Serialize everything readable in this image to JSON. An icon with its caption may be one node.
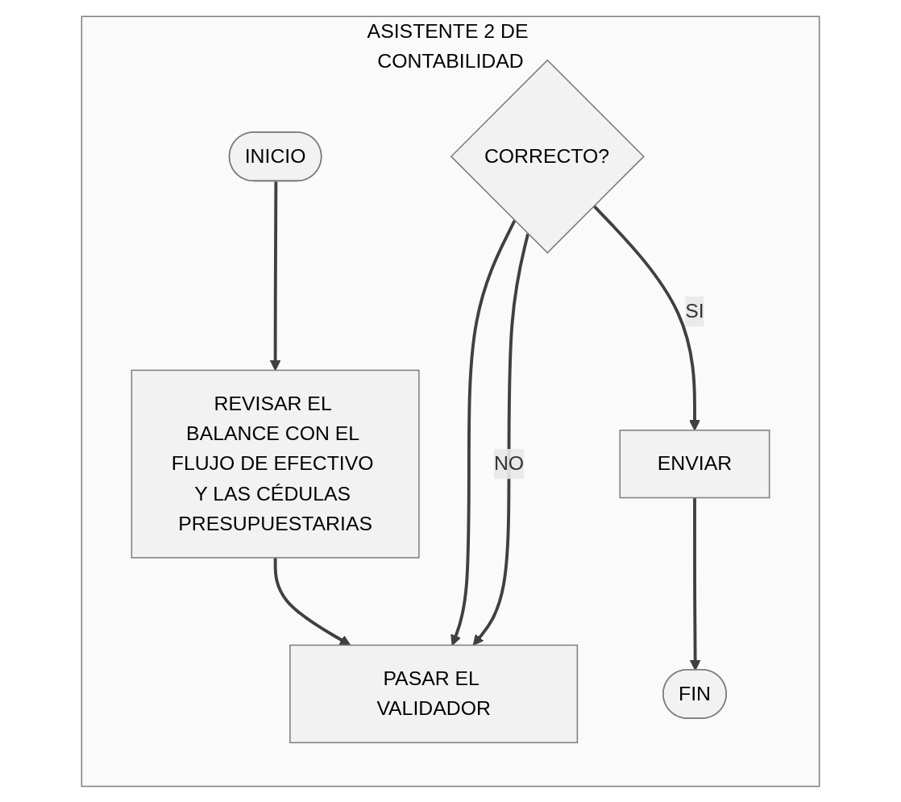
{
  "diagram": {
    "nodes": [
      {
        "text": [
          "ASISTENTE 2 DE CONTABILIDAD"
        ]
      },
      {
        "text": [
          "INICIO"
        ],
        "in": 0
      },
      {
        "text": [
          "REVISAR EL BALANCE CON EL FLUJO DE EFECTIVO Y LAS CÉDULAS PRESUPUESTARIAS"
        ],
        "in": 0
      },
      {
        "text": [
          "PASAR EL VALIDADOR"
        ],
        "in": 0
      },
      {
        "text": [
          "CORRECTO?"
        ],
        "in": 0
      },
      {
        "text": [
          "ENVIAR"
        ],
        "in": 0
      },
      {
        "text": [
          "FIN"
        ],
        "in": 0
      }
    ],
    "edges": [
      {
        "from": 1,
        "to": 2,
        "arrow": "to"
      },
      {
        "from": 2,
        "to": 3,
        "arrow": "to"
      },
      {
        "from": 4,
        "to": 3,
        "arrow": "to"
      },
      {
        "from": 4,
        "to": 3,
        "arrow": "to",
        "label": "NO"
      },
      {
        "from": 4,
        "to": 5,
        "arrow": "to",
        "label": "SI"
      },
      {
        "from": 5,
        "to": 6,
        "arrow": "to"
      }
    ]
  }
}
